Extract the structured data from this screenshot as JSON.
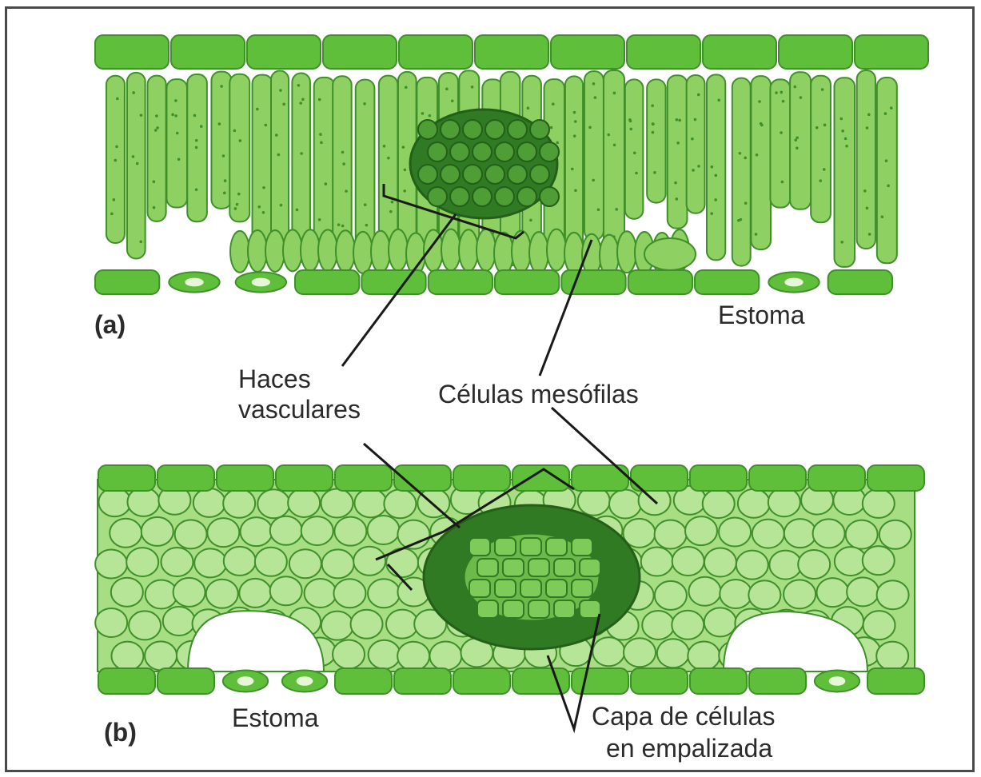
{
  "panels": {
    "a": {
      "letter": "(a)",
      "stoma_label": "Estoma"
    },
    "b": {
      "letter": "(b)",
      "stoma_label": "Estoma"
    }
  },
  "labels": {
    "vascular_bundles": [
      "Haces",
      "vasculares"
    ],
    "mesophyll_cells": "Células mesófilas",
    "palisade_layer": [
      "Capa de células",
      "en empalizada"
    ]
  },
  "colors": {
    "epidermis": "#5fbf3a",
    "mesophyll_light": "#a8de83",
    "palisade_cell": "#8fd062",
    "cell_outline": "#3f8f2a",
    "bundle_dark": "#2f7a22",
    "bundle_mid": "#4e9e35",
    "leader_line": "#1a1a1a"
  }
}
